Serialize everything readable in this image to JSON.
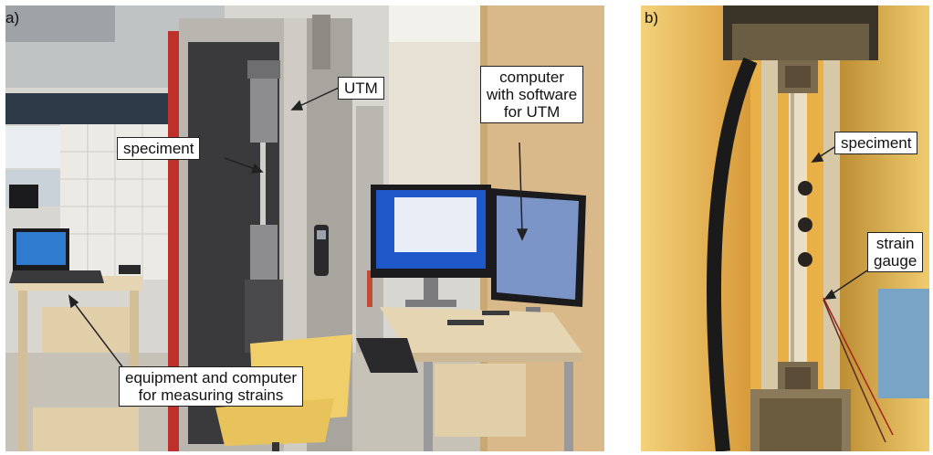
{
  "panel_a": {
    "label": "a)",
    "callouts": {
      "utm": "UTM",
      "computer_software": [
        "computer",
        "with software",
        "for UTM"
      ],
      "speciment": "speciment",
      "equipment": [
        "equipment and computer",
        "for measuring strains"
      ]
    }
  },
  "panel_b": {
    "label": "b)",
    "callouts": {
      "speciment": "speciment",
      "strain_gauge": [
        "strain",
        "gauge"
      ]
    }
  },
  "colors": {
    "machine_red": "#c0302a",
    "machine_grey": "#b9b6b0",
    "desk_wood": "#e6d5b2",
    "wall_wood": "#d9b98a",
    "monitor_screen": "#1f58c8",
    "panel_b_glow": "#e9b048"
  }
}
